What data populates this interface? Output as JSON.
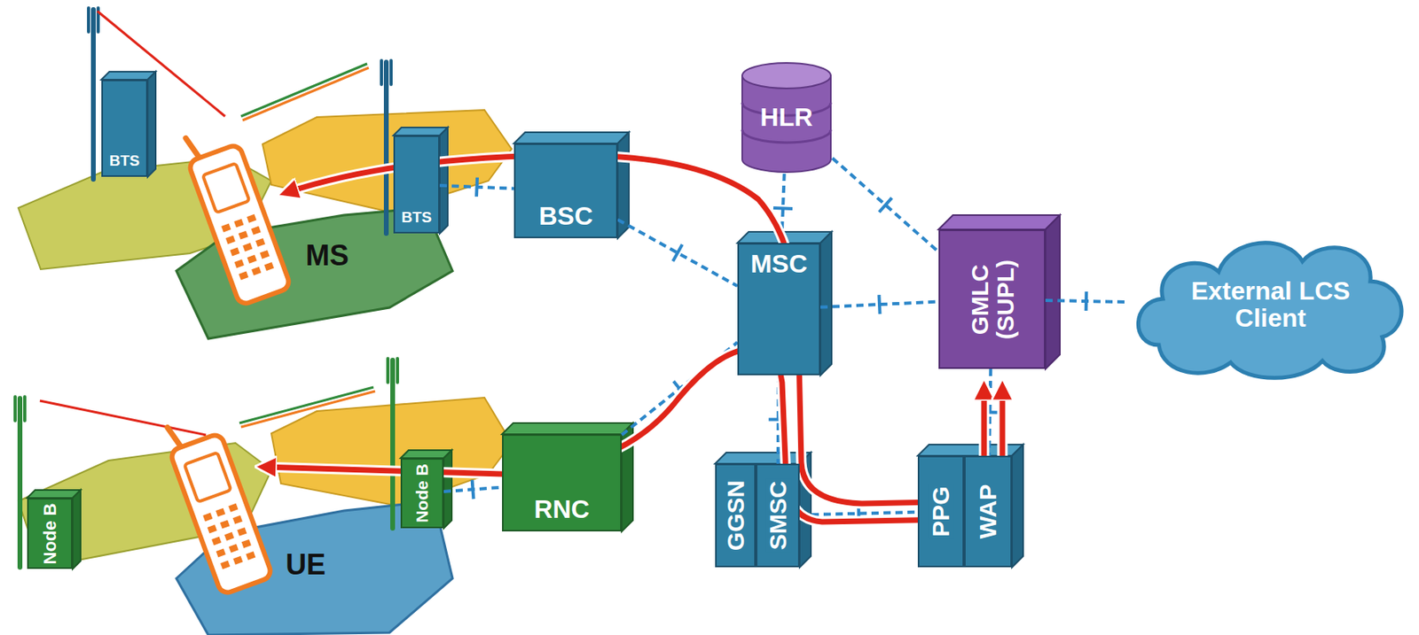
{
  "diagram": {
    "nodes": [
      {
        "text": [
          "BTS"
        ]
      },
      {
        "text": [
          "BTS"
        ]
      },
      {
        "text": [
          "BSC"
        ]
      },
      {
        "text": [
          "HLR"
        ]
      },
      {
        "text": [
          "MSC"
        ]
      },
      {
        "text": [
          "GMLC (SUPL)"
        ]
      },
      {
        "text": [
          "External LCS Client"
        ]
      },
      {
        "text": [
          "Node B"
        ]
      },
      {
        "text": [
          "Node B"
        ]
      },
      {
        "text": [
          "RNC"
        ]
      },
      {
        "text": [
          "GGSN"
        ]
      },
      {
        "text": [
          "SMSC"
        ]
      },
      {
        "text": [
          "PPG"
        ]
      },
      {
        "text": [
          "WAP"
        ]
      }
    ],
    "edges": [
      {
        "from": 1,
        "to": 2,
        "arrow": "none"
      },
      {
        "from": 2,
        "to": 4,
        "arrow": "none"
      },
      {
        "from": 3,
        "to": 4,
        "arrow": "none"
      },
      {
        "from": 3,
        "to": 5,
        "arrow": "none"
      },
      {
        "from": 4,
        "to": 5,
        "arrow": "none"
      },
      {
        "from": 5,
        "to": 6,
        "arrow": "none"
      },
      {
        "from": 9,
        "to": 4,
        "arrow": "none"
      },
      {
        "from": 8,
        "to": 9,
        "arrow": "none"
      },
      {
        "from": 4,
        "to": 11,
        "arrow": "none"
      },
      {
        "from": 11,
        "to": 12,
        "arrow": "none"
      },
      {
        "from": 5,
        "to": 13,
        "arrow": "none"
      }
    ],
    "labels": [
      "MS",
      "UE"
    ]
  }
}
